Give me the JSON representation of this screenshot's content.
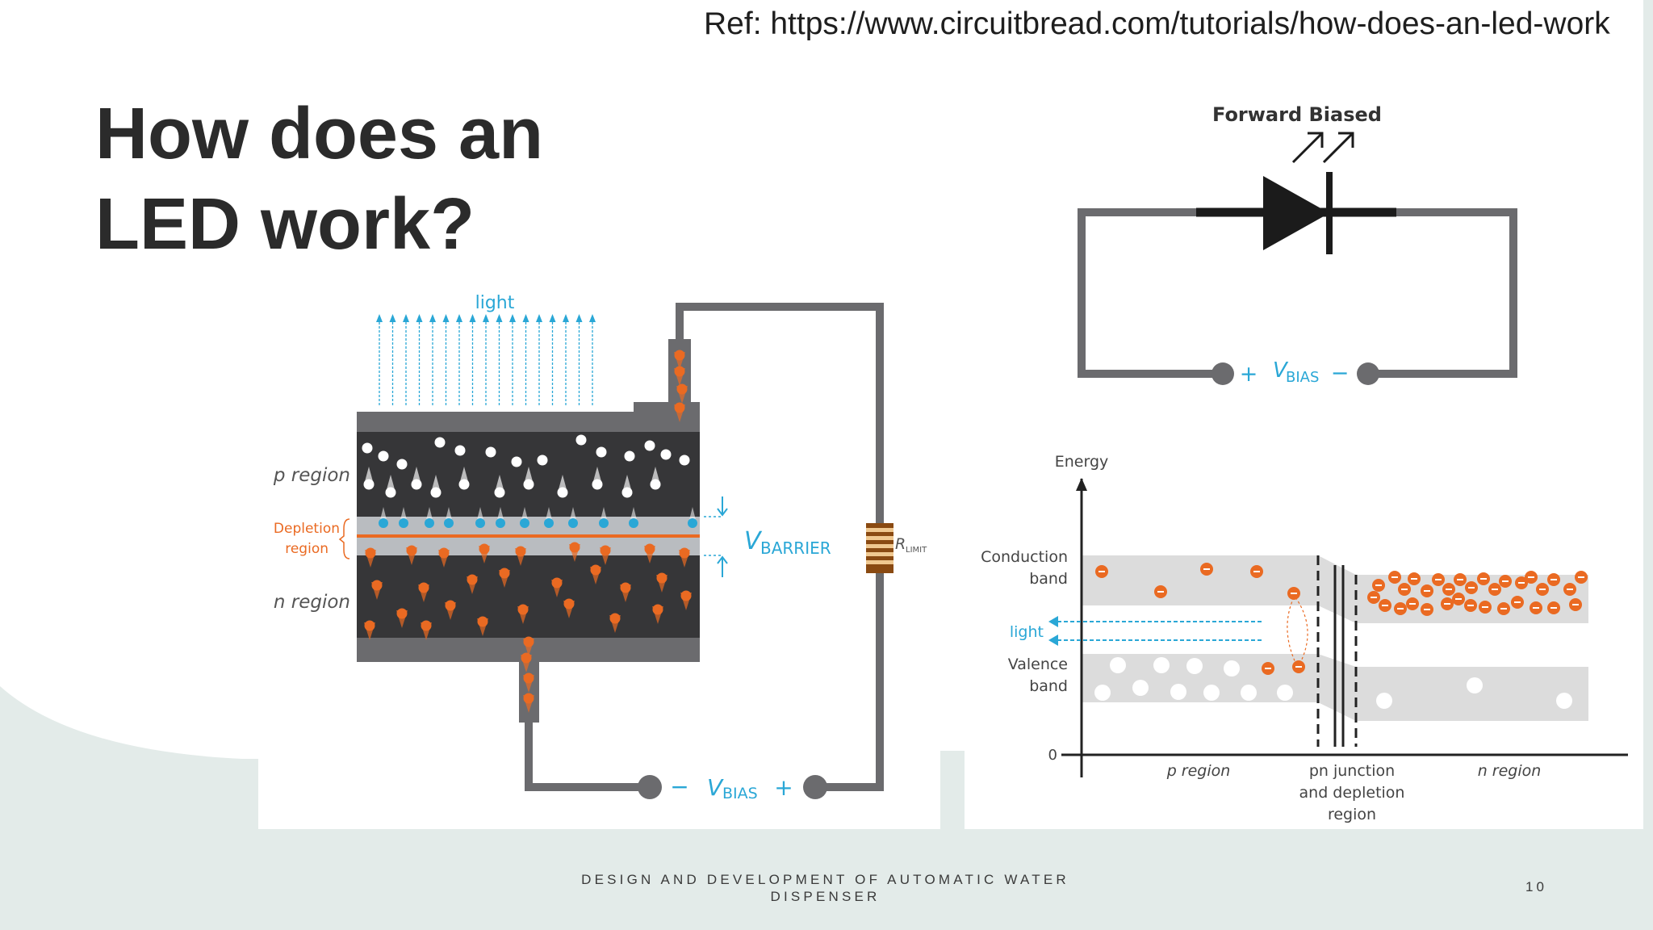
{
  "slide": {
    "ref": "Ref: https://www.circuitbread.com/tutorials/how-does-an-led-work",
    "title_line1": "How does an",
    "title_line2": "LED work?",
    "footer_line1": "DESIGN AND DEVELOPMENT OF AUTOMATIC WATER",
    "footer_line2": "DISPENSER",
    "page_number": "10"
  },
  "colors": {
    "accent_blue": "#2aa7d6",
    "electron_orange": "#ea6a22",
    "wire_gray": "#6b6b6e",
    "dark_block": "#363638",
    "band_gray": "#dcdcdc",
    "footer_band": "#e3ebe9"
  },
  "led_diagram": {
    "light_label": "light",
    "p_region": "p region",
    "depletion_line1": "Depletion",
    "depletion_line2": "region",
    "n_region": "n region",
    "vbarrier_v": "V",
    "vbarrier_sub": "BARRIER",
    "rlimit_r": "R",
    "rlimit_sub": "LIMIT",
    "minus": "−",
    "vbias_v": "V",
    "vbias_sub": "BIAS",
    "plus": "+"
  },
  "forward_biased": {
    "title": "Forward Biased",
    "plus": "+",
    "vbias_v": "V",
    "vbias_sub": "BIAS",
    "minus": "−"
  },
  "band_diagram": {
    "energy": "Energy",
    "conduction_line1": "Conduction",
    "conduction_line2": "band",
    "light": "light",
    "valence_line1": "Valence",
    "valence_line2": "band",
    "zero": "0",
    "p_region": "p region",
    "pn_line1": "pn junction",
    "pn_line2": "and depletion",
    "pn_line3": "region",
    "n_region": "n region"
  }
}
